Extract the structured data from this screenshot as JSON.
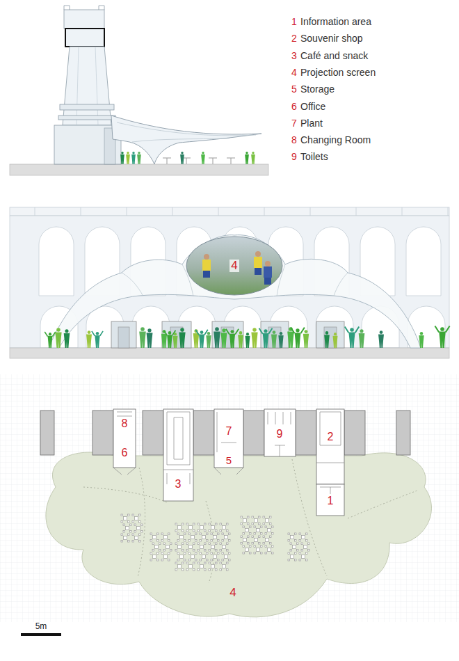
{
  "diagram": {
    "nodes": [
      {
        "text": [
          "4"
        ]
      },
      {
        "text": [
          "8"
        ]
      },
      {
        "text": [
          "7"
        ]
      },
      {
        "text": [
          "9"
        ]
      },
      {
        "text": [
          "2"
        ]
      },
      {
        "text": [
          "6"
        ]
      },
      {
        "text": [
          "5"
        ]
      },
      {
        "text": [
          "3"
        ]
      },
      {
        "text": [
          "1"
        ]
      },
      {
        "text": [
          "4"
        ]
      }
    ],
    "labels": [
      "1",
      "Information area",
      "2",
      "Souvenir shop",
      "3",
      "Café and snack",
      "4",
      "Projection screen",
      "5",
      "Storage",
      "6",
      "Office",
      "7",
      "Plant",
      "8",
      "Changing Room",
      "9",
      "Toilets",
      "5m"
    ]
  }
}
